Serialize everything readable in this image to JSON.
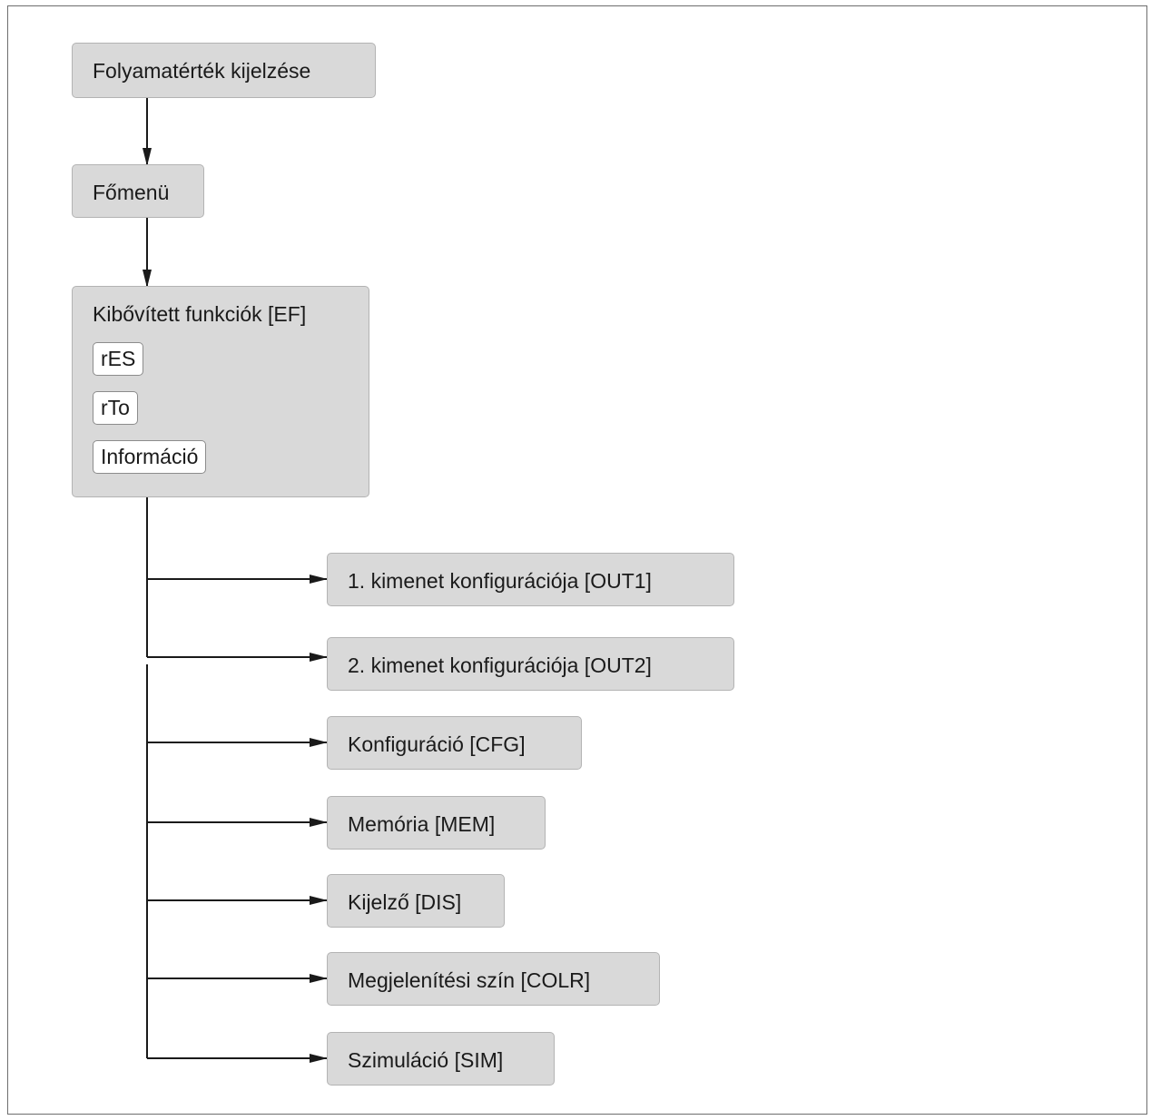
{
  "nodes": {
    "process_display": "Folyamatérték kijelzése",
    "main_menu": "Főmenü",
    "extended_functions": {
      "title": "Kibővített funkciók [EF]",
      "items": [
        "rES",
        "rTo",
        "Információ"
      ]
    },
    "submenus": [
      "1. kimenet konfigurációja [OUT1]",
      "2. kimenet konfigurációja [OUT2]",
      "Konfiguráció [CFG]",
      "Memória [MEM]",
      "Kijelző [DIS]",
      "Megjelenítési szín [COLR]",
      "Szimuláció [SIM]"
    ]
  },
  "colors": {
    "box_fill": "#d9d9d9",
    "box_border": "#b3b3b3",
    "line": "#1a1a1a"
  }
}
